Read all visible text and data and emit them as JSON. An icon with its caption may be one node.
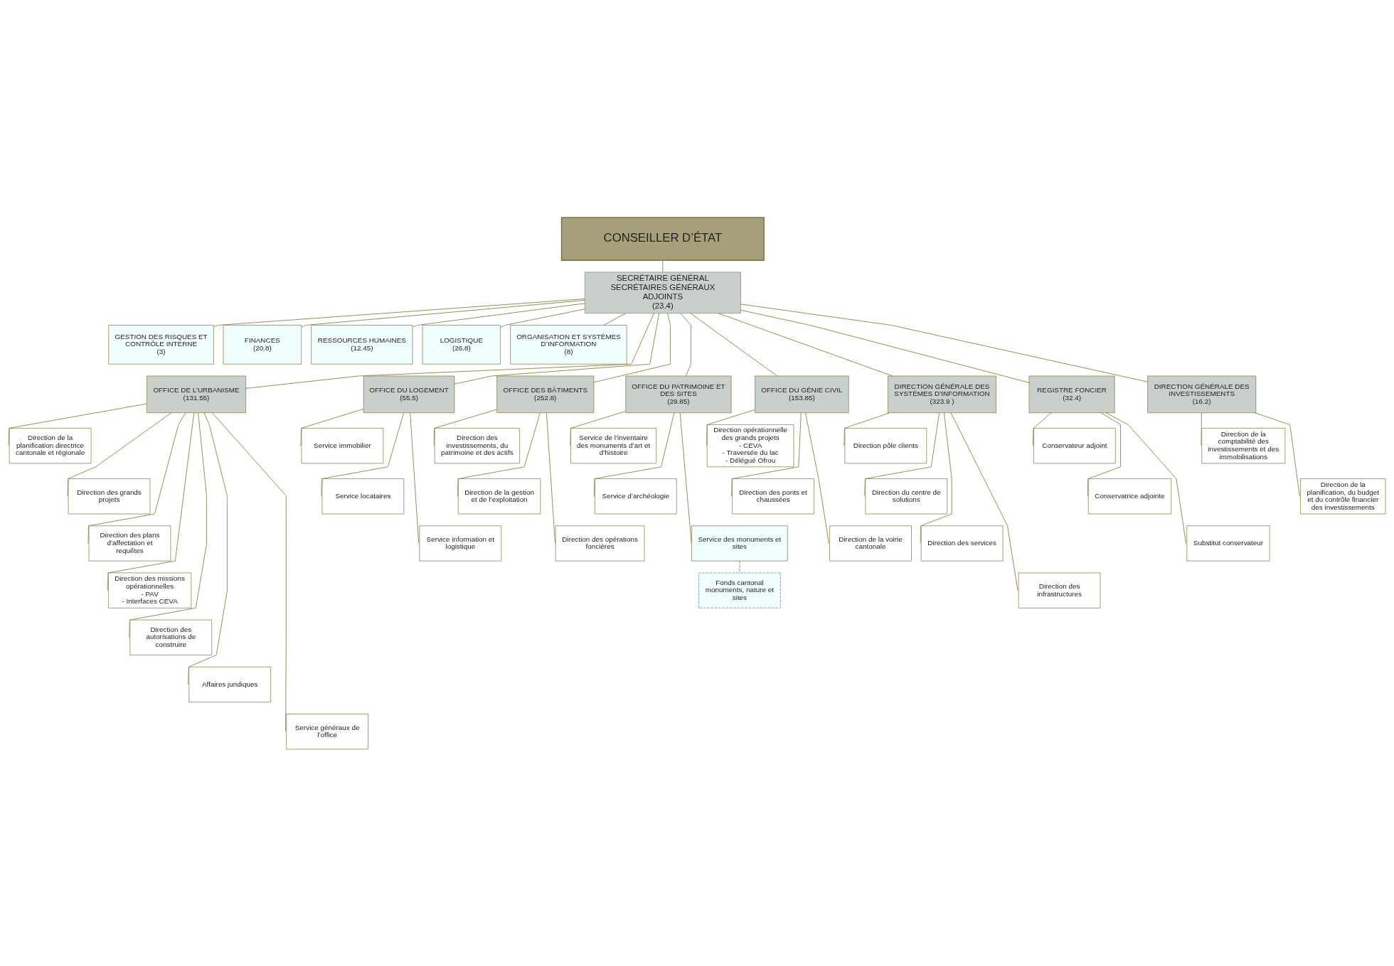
{
  "diagram": {
    "nodes": [
      {
        "text": [
          "CONSEILLER D’ÉTAT"
        ]
      },
      {
        "text": [
          "SECRÉTAIRE GÉNÉRAL",
          "SECRÉTAIRES GÉNÉRAUX ADJOINTS",
          "(23.4)"
        ]
      },
      {
        "text": [
          "GESTION DES RISQUES ET CONTRÔLE INTERNE",
          "(3)"
        ]
      },
      {
        "text": [
          "FINANCES",
          "(20.8)"
        ]
      },
      {
        "text": [
          "RESSOURCES HUMAINES",
          "(12.45)"
        ]
      },
      {
        "text": [
          "LOGISTIQUE",
          "(26.8)"
        ]
      },
      {
        "text": [
          "ORGANISATION ET SYSTÈMES D’INFORMATION",
          "(8)"
        ]
      },
      {
        "text": [
          "OFFICE DE L’URBANISME",
          "(131.55)"
        ]
      },
      {
        "text": [
          "Direction de la planification directrice cantonale et régionale"
        ]
      },
      {
        "text": [
          "Direction des grands projets"
        ]
      },
      {
        "text": [
          "Direction des plans d’affectation et requêtes"
        ]
      },
      {
        "text": [
          "Direction des missions opérationnelles",
          "- PAV",
          "- Interfaces CEVA"
        ]
      },
      {
        "text": [
          "Direction des autorisations de construire"
        ]
      },
      {
        "text": [
          "Affaires juridiques"
        ]
      },
      {
        "text": [
          "Service généraux de l’office"
        ]
      },
      {
        "text": [
          "OFFICE DU LOGEMENT",
          "(55.5)"
        ]
      },
      {
        "text": [
          "Service immobilier"
        ]
      },
      {
        "text": [
          "Service locataires"
        ]
      },
      {
        "text": [
          "Service information et logistique"
        ]
      },
      {
        "text": [
          "OFFICE DES BÂTIMENTS",
          "(252.8)"
        ]
      },
      {
        "text": [
          "Direction des investissements, du patrimoine et des actifs"
        ]
      },
      {
        "text": [
          "Direction de la gestion et de l’exploitation"
        ]
      },
      {
        "text": [
          "Direction des opérations foncières"
        ]
      },
      {
        "text": [
          "OFFICE DU PATRIMOINE ET DES SITES",
          "(29.85)"
        ]
      },
      {
        "text": [
          "Service de l’inventaire des monuments d’art et d’histoire"
        ]
      },
      {
        "text": [
          "Service d’archéologie"
        ]
      },
      {
        "text": [
          "Service des monuments et sites"
        ]
      },
      {
        "text": [
          "Fonds cantonal monuments, nature et sites"
        ]
      },
      {
        "text": [
          "OFFICE DU GÉNIE CIVIL",
          "(153.85)"
        ]
      },
      {
        "text": [
          "Direction opérationnelle des grands projets",
          "- CEVA",
          "- Traversée du lac",
          "- Délégué Ofrou"
        ]
      },
      {
        "text": [
          "Direction des ponts et chaussées"
        ]
      },
      {
        "text": [
          "Direction de la voirie cantonale"
        ]
      },
      {
        "text": [
          "DIRECTION GÉNÉRALE DES SYSTÈMES D’INFORMATION",
          "(323.9 )"
        ]
      },
      {
        "text": [
          "Direction pôle clients"
        ]
      },
      {
        "text": [
          "Direction du centre de solutions"
        ]
      },
      {
        "text": [
          "Direction des services"
        ]
      },
      {
        "text": [
          "Direction des infrastructures"
        ]
      },
      {
        "text": [
          "REGISTRE FONCIER",
          "(32.4)"
        ]
      },
      {
        "text": [
          "Conservateur adjoint"
        ]
      },
      {
        "text": [
          "Conservatrice adjointe"
        ]
      },
      {
        "text": [
          "Substitut conservateur"
        ]
      },
      {
        "text": [
          "DIRECTION GÉNÉRALE DES INVESTISSEMENTS",
          "(16.2)"
        ]
      },
      {
        "text": [
          "Direction de la comptabilité des investissements et des immobilisations"
        ]
      },
      {
        "text": [
          "Direction de la planification, du budget et du contrôle financier des investissements"
        ]
      }
    ],
    "edges": [
      {
        "from": 0,
        "to": 1,
        "arrow": "none"
      },
      {
        "from": 1,
        "to": 2,
        "arrow": "none"
      },
      {
        "from": 1,
        "to": 3,
        "arrow": "none"
      },
      {
        "from": 1,
        "to": 4,
        "arrow": "none"
      },
      {
        "from": 1,
        "to": 5,
        "arrow": "none"
      },
      {
        "from": 1,
        "to": 6,
        "arrow": "none"
      },
      {
        "from": 1,
        "to": 7,
        "arrow": "none"
      },
      {
        "from": 1,
        "to": 15,
        "arrow": "none"
      },
      {
        "from": 1,
        "to": 19,
        "arrow": "none"
      },
      {
        "from": 1,
        "to": 23,
        "arrow": "none"
      },
      {
        "from": 1,
        "to": 28,
        "arrow": "none"
      },
      {
        "from": 1,
        "to": 32,
        "arrow": "none"
      },
      {
        "from": 1,
        "to": 37,
        "arrow": "none"
      },
      {
        "from": 1,
        "to": 41,
        "arrow": "none"
      },
      {
        "from": 7,
        "to": 8,
        "arrow": "none"
      },
      {
        "from": 7,
        "to": 9,
        "arrow": "none"
      },
      {
        "from": 7,
        "to": 10,
        "arrow": "none"
      },
      {
        "from": 7,
        "to": 11,
        "arrow": "none"
      },
      {
        "from": 7,
        "to": 12,
        "arrow": "none"
      },
      {
        "from": 7,
        "to": 13,
        "arrow": "none"
      },
      {
        "from": 7,
        "to": 14,
        "arrow": "none"
      },
      {
        "from": 15,
        "to": 16,
        "arrow": "none"
      },
      {
        "from": 15,
        "to": 17,
        "arrow": "none"
      },
      {
        "from": 15,
        "to": 18,
        "arrow": "none"
      },
      {
        "from": 19,
        "to": 20,
        "arrow": "none"
      },
      {
        "from": 19,
        "to": 21,
        "arrow": "none"
      },
      {
        "from": 19,
        "to": 22,
        "arrow": "none"
      },
      {
        "from": 23,
        "to": 24,
        "arrow": "none"
      },
      {
        "from": 23,
        "to": 25,
        "arrow": "none"
      },
      {
        "from": 23,
        "to": 26,
        "arrow": "none"
      },
      {
        "from": 26,
        "to": 27,
        "arrow": "none",
        "style": "dashed"
      },
      {
        "from": 28,
        "to": 29,
        "arrow": "none"
      },
      {
        "from": 28,
        "to": 30,
        "arrow": "none"
      },
      {
        "from": 28,
        "to": 31,
        "arrow": "none"
      },
      {
        "from": 32,
        "to": 33,
        "arrow": "none"
      },
      {
        "from": 32,
        "to": 34,
        "arrow": "none"
      },
      {
        "from": 32,
        "to": 35,
        "arrow": "none"
      },
      {
        "from": 32,
        "to": 36,
        "arrow": "none"
      },
      {
        "from": 37,
        "to": 38,
        "arrow": "none"
      },
      {
        "from": 37,
        "to": 39,
        "arrow": "none"
      },
      {
        "from": 37,
        "to": 40,
        "arrow": "none"
      },
      {
        "from": 41,
        "to": 42,
        "arrow": "none"
      },
      {
        "from": 41,
        "to": 43,
        "arrow": "none"
      }
    ]
  }
}
